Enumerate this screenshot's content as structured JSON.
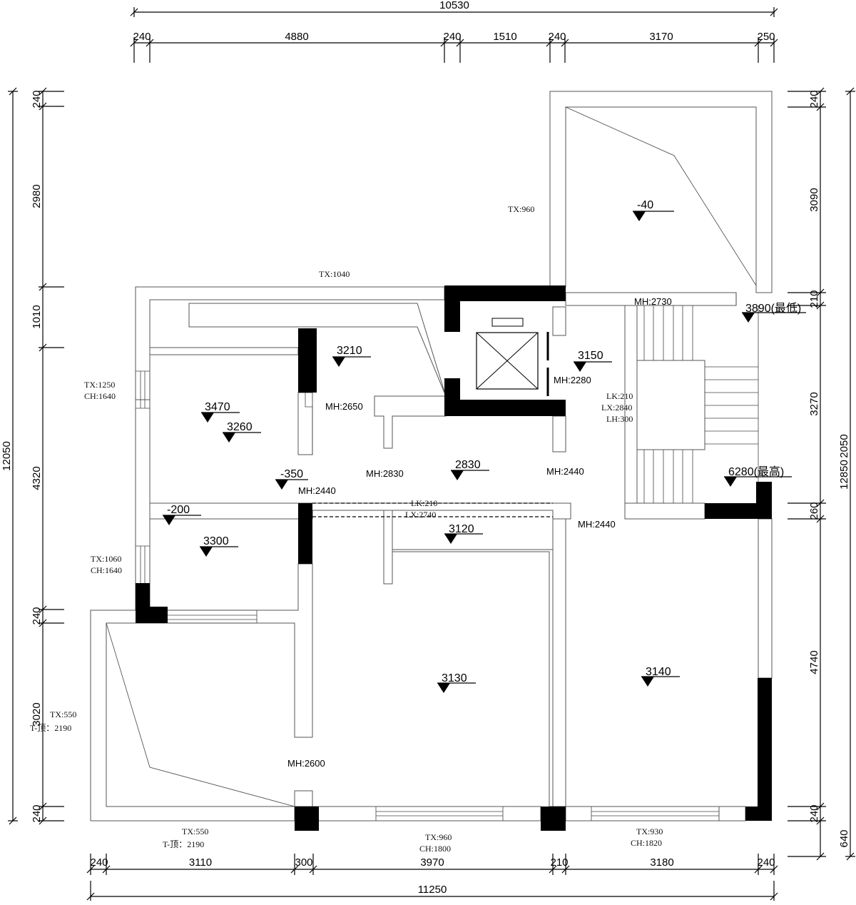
{
  "dims_top": {
    "total": "10530",
    "segments": [
      "240",
      "4880",
      "240",
      "1510",
      "240",
      "3170",
      "250"
    ]
  },
  "dims_bottom": {
    "total": "11250",
    "segments": [
      "240",
      "3110",
      "300",
      "3970",
      "210",
      "3180",
      "240"
    ]
  },
  "dims_left": {
    "total": "12050",
    "segments": [
      "240",
      "2980",
      "1010",
      "4320",
      "240",
      "3020",
      "240"
    ]
  },
  "dims_right": {
    "total": "12850",
    "total_overlap": "2050",
    "segments": [
      "240",
      "3090",
      "210",
      "3270",
      "260",
      "4740",
      "240",
      "640"
    ]
  },
  "elevations": {
    "e1": "-40",
    "e2": "3890(最低)",
    "e3": "3210",
    "e4": "3150",
    "e5": "3470",
    "e6": "3260",
    "e7": "2830",
    "e8": "-350",
    "e9": "6280(最高)",
    "e10": "-200",
    "e11": "3120",
    "e12": "3300",
    "e13": "3130",
    "e14": "3140"
  },
  "heights": {
    "h1": "MH:2730",
    "h2": "MH:2280",
    "h3": "MH:2650",
    "h4": "MH:2830",
    "h5": "MH:2440",
    "h6": "MH:2440",
    "h7": "MH:2440",
    "h8": "MH:2600"
  },
  "openings": {
    "o1": "TX:960",
    "o2": "TX:1040",
    "o3a": "TX:1250",
    "o3b": "CH:1640",
    "o4a": "TX:1060",
    "o4b": "CH:1640",
    "o5a": "TX:550",
    "o5b": "T-顶：2190",
    "o6a": "TX:550",
    "o6b": "T-顶：2190",
    "o7a": "TX:960",
    "o7b": "CH:1800",
    "o8a": "TX:930",
    "o8b": "CH:1820",
    "stair_a": "LK:210",
    "stair_b": "LX:2840",
    "stair_c": "LH:300",
    "beam_a": "LK:210",
    "beam_b": "LX:2740"
  }
}
